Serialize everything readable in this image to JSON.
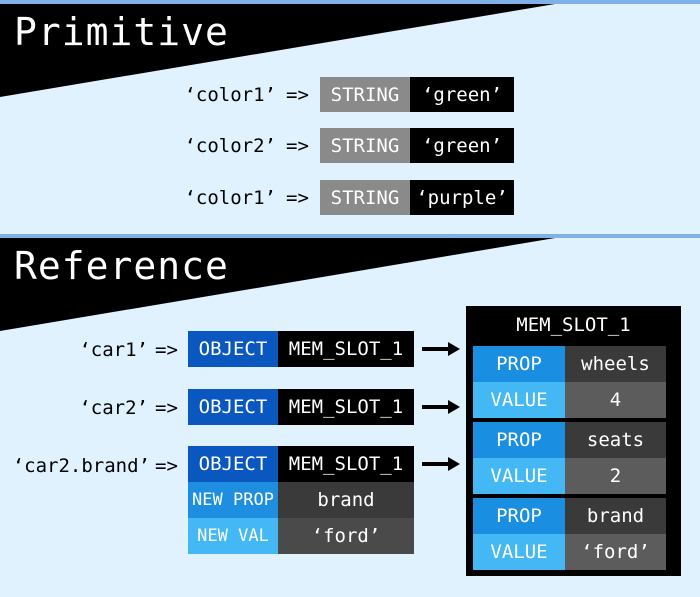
{
  "primitive": {
    "title": "Primitive",
    "rows": [
      {
        "label": "‘color1’",
        "arrow": "=>",
        "type": "STRING",
        "value": "‘green’"
      },
      {
        "label": "‘color2’",
        "arrow": "=>",
        "type": "STRING",
        "value": "‘green’"
      },
      {
        "label": "‘color1’",
        "arrow": "=>",
        "type": "STRING",
        "value": "‘purple’"
      }
    ]
  },
  "reference": {
    "title": "Reference",
    "rows": [
      {
        "label": "‘car1’",
        "arrow": "=>",
        "type": "OBJECT",
        "value": "MEM_SLOT_1"
      },
      {
        "label": "‘car2’",
        "arrow": "=>",
        "type": "OBJECT",
        "value": "MEM_SLOT_1"
      },
      {
        "label": "‘car2.brand’",
        "arrow": "=>",
        "type": "OBJECT",
        "value": "MEM_SLOT_1",
        "new_prop_label": "NEW PROP",
        "new_prop_value": "brand",
        "new_val_label": "NEW VAL",
        "new_val_value": "‘ford’"
      }
    ],
    "memory": {
      "title": "MEM_SLOT_1",
      "entries": [
        {
          "prop_label": "PROP",
          "prop": "wheels",
          "value_label": "VALUE",
          "value": "4"
        },
        {
          "prop_label": "PROP",
          "prop": "seats",
          "value_label": "VALUE",
          "value": "2"
        },
        {
          "prop_label": "PROP",
          "prop": "brand",
          "value_label": "VALUE",
          "value": "‘ford’"
        }
      ]
    }
  },
  "colors": {
    "background": "#e0f2fe",
    "banner": "#000000",
    "string_type": "#8a8a8a",
    "object_type": "#0a57c0",
    "prop_blue": "#1a8ee0",
    "value_light_blue": "#43b8f5"
  }
}
